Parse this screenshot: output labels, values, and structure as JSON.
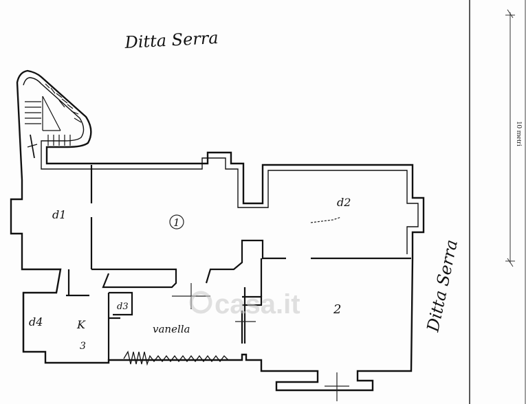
{
  "labels": {
    "neighbor_top": "Ditta Serra",
    "neighbor_right": "Ditta Serra",
    "room_d1": "d1",
    "room_1": "1",
    "room_d2": "d2",
    "room_2": "2",
    "room_d4": "d4",
    "room_k": "K",
    "room_3": "3",
    "room_d3": "d3",
    "room_vanella": "vanella",
    "scale_text": "10 metri"
  },
  "watermark": {
    "text": "casa.it"
  },
  "colors": {
    "ink": "#111111",
    "paper": "#fdfdfd",
    "watermark": "#c8c8c8"
  }
}
